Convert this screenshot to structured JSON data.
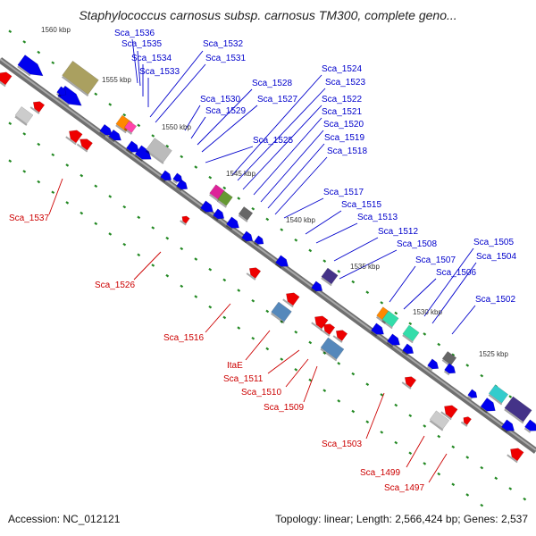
{
  "title": "Staphylococcus carnosus subsp. carnosus TM300, complete geno...",
  "footer": {
    "accession": "Accession: NC_012121",
    "stats": "Topology: linear; Length: 2,566,424 bp; Genes: 2,537"
  },
  "colors": {
    "forward_label": "#0000cc",
    "reverse_label": "#cc0000",
    "forward_gene": "#0000ee",
    "reverse_gene": "#ee0000",
    "backbone": "#888888",
    "tick_dot": "#228822"
  },
  "kbp_labels": [
    "1560 kbp",
    "1555 kbp",
    "1550 kbp",
    "1545 kbp",
    "1540 kbp",
    "1535 kbp",
    "1530 kbp",
    "1525 kbp"
  ],
  "forward_gene_labels": [
    "Sca_1536",
    "Sca_1535",
    "Sca_1534",
    "Sca_1533",
    "Sca_1532",
    "Sca_1531",
    "Sca_1530",
    "Sca_1529",
    "Sca_1528",
    "Sca_1527",
    "Sca_1525",
    "Sca_1524",
    "Sca_1523",
    "Sca_1522",
    "Sca_1521",
    "Sca_1520",
    "Sca_1519",
    "Sca_1518",
    "Sca_1517",
    "Sca_1515",
    "Sca_1513",
    "Sca_1512",
    "Sca_1508",
    "Sca_1507",
    "Sca_1506",
    "Sca_1505",
    "Sca_1504",
    "Sca_1502"
  ],
  "reverse_gene_labels": [
    "Sca_1537",
    "Sca_1526",
    "Sca_1516",
    "ItaE",
    "Sca_1511",
    "Sca_1510",
    "Sca_1509",
    "Sca_1503",
    "Sca_1499",
    "Sca_1497"
  ]
}
